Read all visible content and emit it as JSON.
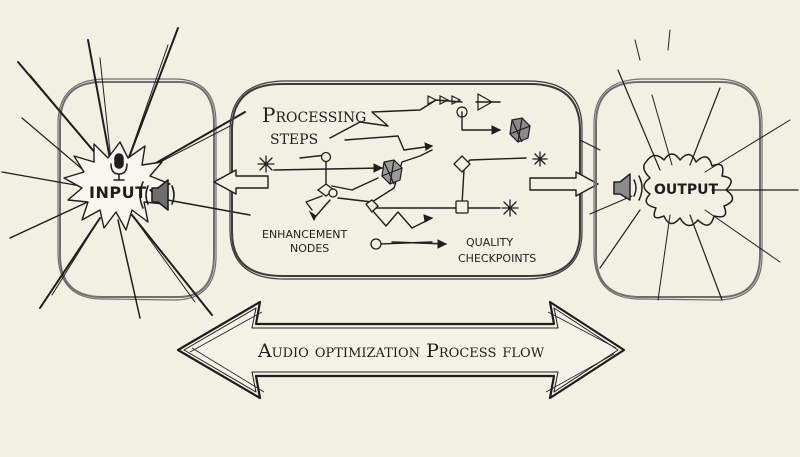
{
  "diagram": {
    "input_label": "INPUT",
    "output_label": "OUTPUT",
    "processing_title_line1": "Processing",
    "processing_title_line2": "steps",
    "enhancement_line1": "ENHANCEMENT",
    "enhancement_line2": "NODES",
    "quality_line1": "QUALITY",
    "quality_line2": "CHECKPOINTS",
    "flow_label": "Audio optimization Process flow"
  },
  "colors": {
    "paper": "#f2efe3",
    "ink": "#1e1e1e",
    "pencil_gray": "#6e6e6e"
  },
  "icons": [
    "microphone-icon",
    "speaker-icon",
    "hexagon-node-icon",
    "star-spark-icon",
    "arrow-icon"
  ]
}
